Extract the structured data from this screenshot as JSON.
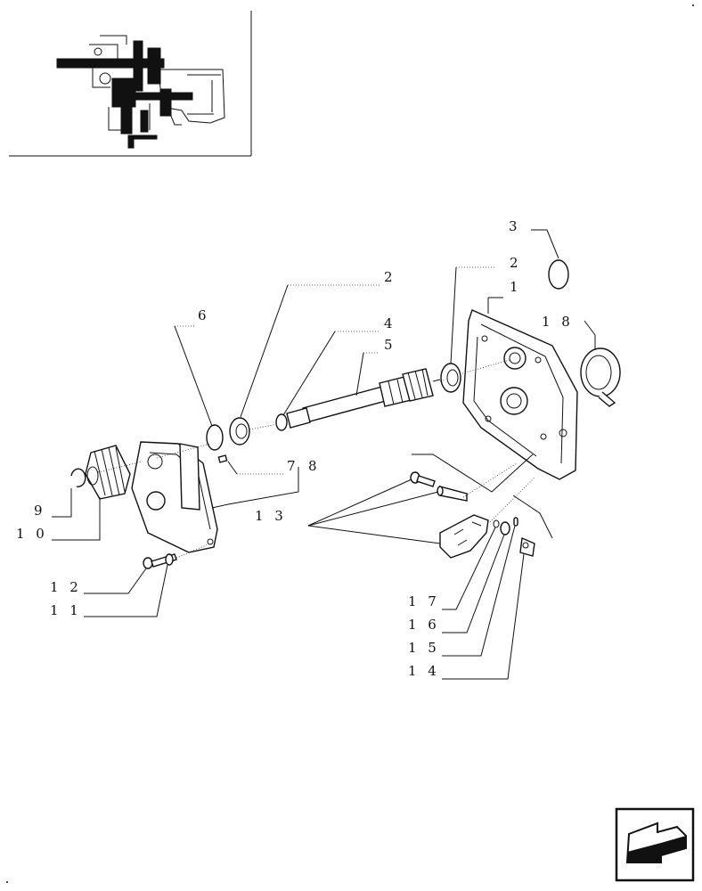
{
  "labels": {
    "l1": "1",
    "l2a": "2",
    "l2b": "2",
    "l3": "3",
    "l4": "4",
    "l5": "5",
    "l6": "6",
    "l7": "7",
    "l8": "8",
    "l9": "9",
    "l10": "1 0",
    "l11": "1 1",
    "l12": "1 2",
    "l13": "1 3",
    "l14": "1 4",
    "l15": "1 5",
    "l16": "1 6",
    "l17": "1 7",
    "l18": "1 8"
  },
  "icons": {
    "nav": "back-arrow-icon",
    "thumbnail": "assembly-locator-thumbnail"
  }
}
